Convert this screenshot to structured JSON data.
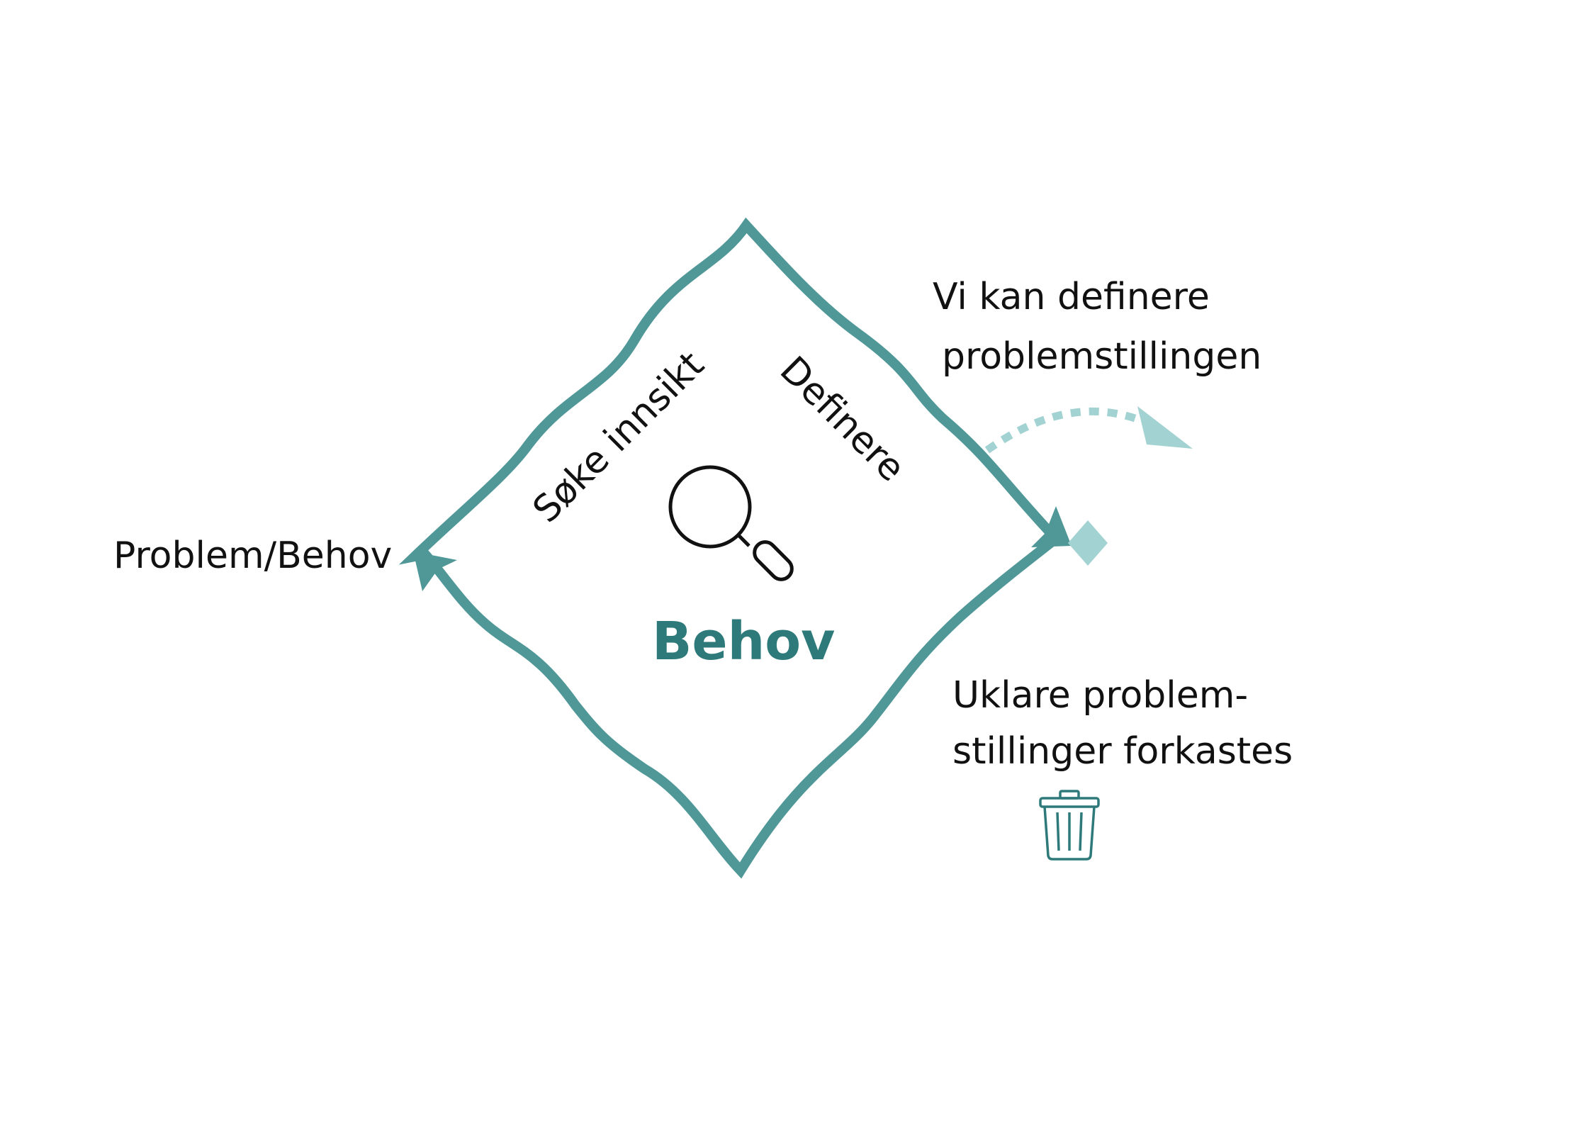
{
  "diagram": {
    "center_title": "Behov",
    "left_label": "Problem/Behov",
    "phase_left": "Søke innsikt",
    "phase_right": "Definere",
    "outcome_success": {
      "line1": "Vi kan definere",
      "line2": "problemstillingen"
    },
    "outcome_discard": {
      "line1": "Uklare problem-",
      "line2": "stillinger forkastes"
    }
  },
  "icons": {
    "center": "magnifier-icon",
    "discard": "trash-can-icon",
    "exit_marker": "diamond-marker-icon",
    "exit_arrow": "dotted-arrow-icon"
  },
  "colors": {
    "primary_teal": "#509898",
    "light_teal": "#a2d2d2",
    "title_teal": "#2e7a7a",
    "text": "#111111",
    "background": "#ffffff"
  }
}
